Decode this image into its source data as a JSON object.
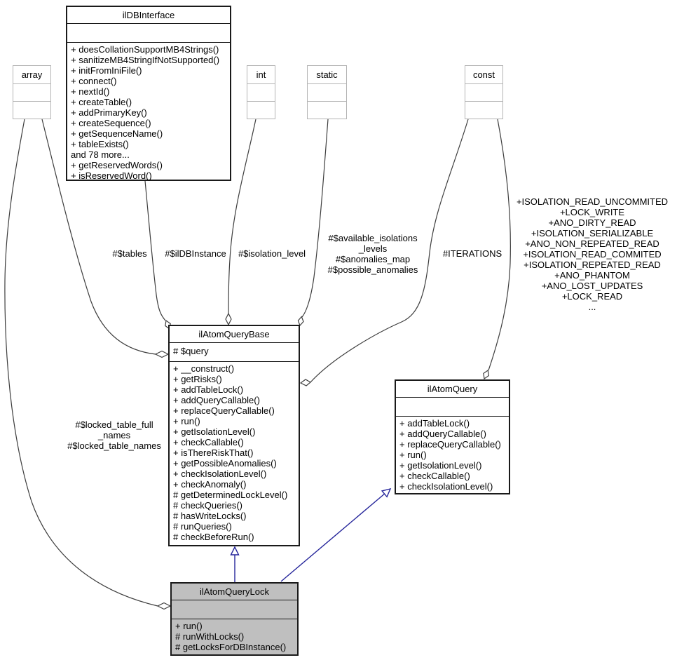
{
  "colors": {
    "edge": "#3d3d3d",
    "inheritance": "#24249a",
    "class_border": "#1a1a1a",
    "muted_border": "#b4b4b4",
    "highlight_bg": "#bfbfbf",
    "text": "#000000",
    "page_bg": "#ffffff"
  },
  "classes": {
    "ildbinterface": {
      "title": "ilDBInterface",
      "attributes": [],
      "methods": [
        "+ doesCollationSupportMB4Strings()",
        "+ sanitizeMB4StringIfNotSupported()",
        "+ initFromIniFile()",
        "+ connect()",
        "+ nextId()",
        "+ createTable()",
        "+ addPrimaryKey()",
        "+ createSequence()",
        "+ getSequenceName()",
        "+ tableExists()",
        "and 78 more...",
        "+ getReservedWords()",
        "+ isReservedWord()"
      ]
    },
    "array": {
      "title": "array"
    },
    "int": {
      "title": "int"
    },
    "static": {
      "title": "static"
    },
    "const": {
      "title": "const"
    },
    "ilatomquerybase": {
      "title": "ilAtomQueryBase",
      "attributes": [
        "# $query"
      ],
      "methods": [
        "+ __construct()",
        "+ getRisks()",
        "+ addTableLock()",
        "+ addQueryCallable()",
        "+ replaceQueryCallable()",
        "+ run()",
        "+ getIsolationLevel()",
        "+ checkCallable()",
        "+ isThereRiskThat()",
        "+ getPossibleAnomalies()",
        "+ checkIsolationLevel()",
        "+ checkAnomaly()",
        "# getDeterminedLockLevel()",
        "# checkQueries()",
        "# hasWriteLocks()",
        "# runQueries()",
        "# checkBeforeRun()"
      ]
    },
    "ilatomquery": {
      "title": "ilAtomQuery",
      "attributes": [],
      "methods": [
        "+ addTableLock()",
        "+ addQueryCallable()",
        "+ replaceQueryCallable()",
        "+ run()",
        "+ getIsolationLevel()",
        "+ checkCallable()",
        "+ checkIsolationLevel()"
      ]
    },
    "ilatomquerylock": {
      "title": "ilAtomQueryLock",
      "attributes": [],
      "methods": [
        "+ run()",
        "# runWithLocks()",
        "# getLocksForDBInstance()"
      ]
    }
  },
  "edge_labels": {
    "tables": "#$tables",
    "ildbinstance": "#$ilDBInstance",
    "isolation_level": "#$isolation_level",
    "static_members": "#$available_isolations\n_levels\n#$anomalies_map\n#$possible_anomalies",
    "iterations": "#ITERATIONS",
    "const_members": "+ISOLATION_READ_UNCOMMITED\n+LOCK_WRITE\n+ANO_DIRTY_READ\n+ISOLATION_SERIALIZABLE\n+ANO_NON_REPEATED_READ\n+ISOLATION_READ_COMMITED\n+ISOLATION_REPEATED_READ\n+ANO_PHANTOM\n+ANO_LOST_UPDATES\n+LOCK_READ\n...",
    "locked_tables": "#$locked_table_full\n_names\n#$locked_table_names"
  }
}
